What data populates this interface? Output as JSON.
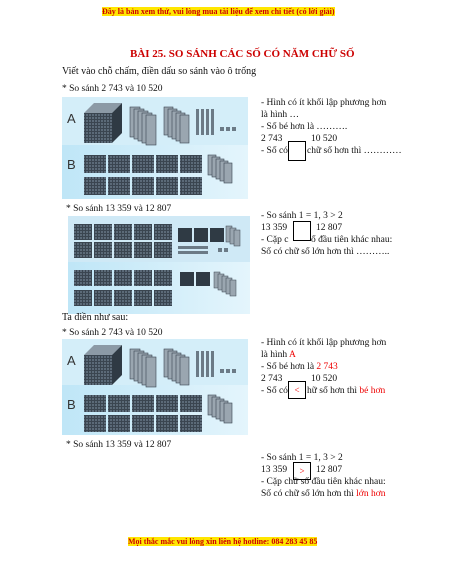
{
  "header": {
    "banner": "Đây là bản xem thử, vui lòng mua tài liệu để xem chi tiết (có lời giải)"
  },
  "title": "BÀI 25. SO SÁNH CÁC SỐ CÓ NĂM CHỮ SỐ",
  "instruction": "Viết vào chỗ chấm, điền dấu so sánh vào ô trống",
  "exercise": {
    "part1": {
      "heading": "* So sánh 2 743 và 10 520",
      "label_a": "A",
      "label_b": "B",
      "line1": "- Hình có ít khối lập phương hơn",
      "line2": "là hình …",
      "line3": "- Số bé hơn là ……….",
      "num_left": "2 743",
      "num_right": "10 520",
      "line5a": "- Số có",
      "line5b": "chữ số hơn thì …………"
    },
    "part2": {
      "heading": "* So sánh 13 359 và 12 807",
      "line1": "- So sánh 1 = 1, 3 > 2",
      "num_left": "13 359",
      "num_right": "12 807",
      "line3a": "- Cặp c",
      "line3b": "ố đầu tiên khác nhau:",
      "line4": "Số có chữ số lớn hơn thì ……….."
    }
  },
  "answer_intro": "Ta điền như sau:",
  "answer": {
    "part1": {
      "heading": "* So sánh 2 743 và 10 520",
      "label_a": "A",
      "label_b": "B",
      "line1": "- Hình có ít khối lập phương hơn",
      "line2a": "là hình ",
      "line2b": "A",
      "line3a": "- Số bé hơn là ",
      "line3b": "2 743",
      "num_left": "2 743",
      "num_right": "10 520",
      "symbol": "<",
      "line5a": "- Số có",
      "line5b": "hữ số hơn thì ",
      "line5c": "bé hơn"
    },
    "part2": {
      "heading": "* So sánh 13 359 và 12 807",
      "line1": "- So sánh 1 = 1, 3 > 2",
      "num_left": "13 359",
      "num_right": "12 807",
      "symbol": ">",
      "line3": "- Cặp chữ số đầu tiên khác nhau:",
      "line4a": "Số có chữ số lớn hơn thì ",
      "line4b": "lớn hơn"
    }
  },
  "footer": {
    "hotline": "Mọi thắc mắc vui lòng xin liên hệ hotline: 084 283 45 85"
  },
  "colors": {
    "accent_red": "#cc0000",
    "banner_yellow": "#ffe600",
    "panel_blue": "#bfe6f7"
  }
}
